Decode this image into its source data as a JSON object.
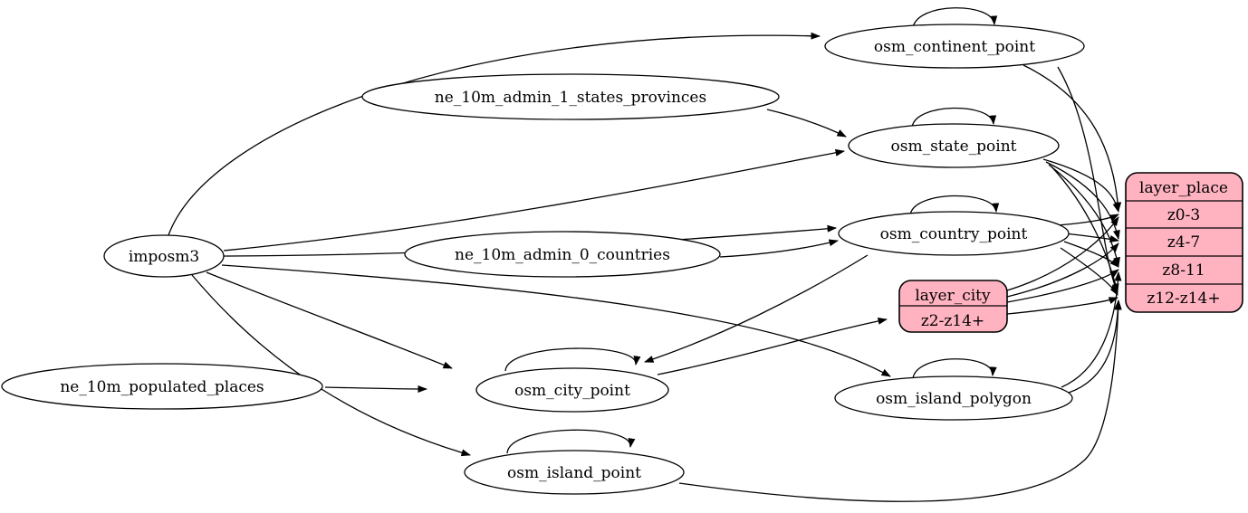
{
  "diagram": {
    "type": "graphviz-dataflow",
    "colors": {
      "background": "#ffffff",
      "node_fill": "#ffffff",
      "node_stroke": "#000000",
      "record_fill": "#ffb3c1",
      "edge": "#000000",
      "text": "#000000"
    },
    "nodes": {
      "imposm3": {
        "label": "imposm3"
      },
      "ne_10m_admin_1_states_provinces": {
        "label": "ne_10m_admin_1_states_provinces"
      },
      "ne_10m_admin_0_countries": {
        "label": "ne_10m_admin_0_countries"
      },
      "ne_10m_populated_places": {
        "label": "ne_10m_populated_places"
      },
      "osm_continent_point": {
        "label": "osm_continent_point"
      },
      "osm_state_point": {
        "label": "osm_state_point"
      },
      "osm_country_point": {
        "label": "osm_country_point"
      },
      "osm_city_point": {
        "label": "osm_city_point"
      },
      "osm_island_polygon": {
        "label": "osm_island_polygon"
      },
      "osm_island_point": {
        "label": "osm_island_point"
      }
    },
    "records": {
      "layer_city": {
        "title": "layer_city",
        "rows": [
          "z2-z14+"
        ]
      },
      "layer_place": {
        "title": "layer_place",
        "rows": [
          "z0-3",
          "z4-7",
          "z8-11",
          "z12-z14+"
        ]
      }
    },
    "edges": [
      {
        "from": "imposm3",
        "to": "osm_continent_point"
      },
      {
        "from": "imposm3",
        "to": "osm_state_point"
      },
      {
        "from": "imposm3",
        "to": "osm_country_point"
      },
      {
        "from": "imposm3",
        "to": "osm_city_point"
      },
      {
        "from": "imposm3",
        "to": "osm_island_polygon"
      },
      {
        "from": "imposm3",
        "to": "osm_island_point"
      },
      {
        "from": "ne_10m_admin_1_states_provinces",
        "to": "osm_state_point"
      },
      {
        "from": "ne_10m_admin_0_countries",
        "to": "osm_country_point"
      },
      {
        "from": "ne_10m_populated_places",
        "to": "osm_city_point"
      },
      {
        "from": "osm_continent_point",
        "to": "osm_continent_point"
      },
      {
        "from": "osm_state_point",
        "to": "osm_state_point"
      },
      {
        "from": "osm_country_point",
        "to": "osm_country_point"
      },
      {
        "from": "osm_city_point",
        "to": "osm_city_point"
      },
      {
        "from": "osm_island_polygon",
        "to": "osm_island_polygon"
      },
      {
        "from": "osm_island_point",
        "to": "osm_island_point"
      },
      {
        "from": "osm_country_point",
        "to": "osm_city_point"
      },
      {
        "from": "osm_city_point",
        "to": "layer_city",
        "port": "z2-z14+"
      },
      {
        "from": "osm_continent_point",
        "to": "layer_place",
        "port": "z0-3"
      },
      {
        "from": "osm_continent_point",
        "to": "layer_place",
        "port": "z12-z14+"
      },
      {
        "from": "osm_state_point",
        "to": "layer_place",
        "port": "z0-3"
      },
      {
        "from": "osm_state_point",
        "to": "layer_place",
        "port": "z4-7"
      },
      {
        "from": "osm_state_point",
        "to": "layer_place",
        "port": "z8-11"
      },
      {
        "from": "osm_state_point",
        "to": "layer_place",
        "port": "z12-z14+"
      },
      {
        "from": "osm_country_point",
        "to": "layer_place",
        "port": "z0-3"
      },
      {
        "from": "osm_country_point",
        "to": "layer_place",
        "port": "z4-7"
      },
      {
        "from": "osm_country_point",
        "to": "layer_place",
        "port": "z8-11"
      },
      {
        "from": "osm_country_point",
        "to": "layer_place",
        "port": "z12-z14+"
      },
      {
        "from": "layer_city",
        "to": "layer_place",
        "port": "z0-3"
      },
      {
        "from": "layer_city",
        "to": "layer_place",
        "port": "z4-7"
      },
      {
        "from": "layer_city",
        "to": "layer_place",
        "port": "z8-11"
      },
      {
        "from": "layer_city",
        "to": "layer_place",
        "port": "z12-z14+"
      },
      {
        "from": "osm_island_polygon",
        "to": "layer_place",
        "port": "z8-11"
      },
      {
        "from": "osm_island_polygon",
        "to": "layer_place",
        "port": "z12-z14+"
      },
      {
        "from": "osm_island_point",
        "to": "layer_place",
        "port": "z12-z14+"
      }
    ]
  }
}
